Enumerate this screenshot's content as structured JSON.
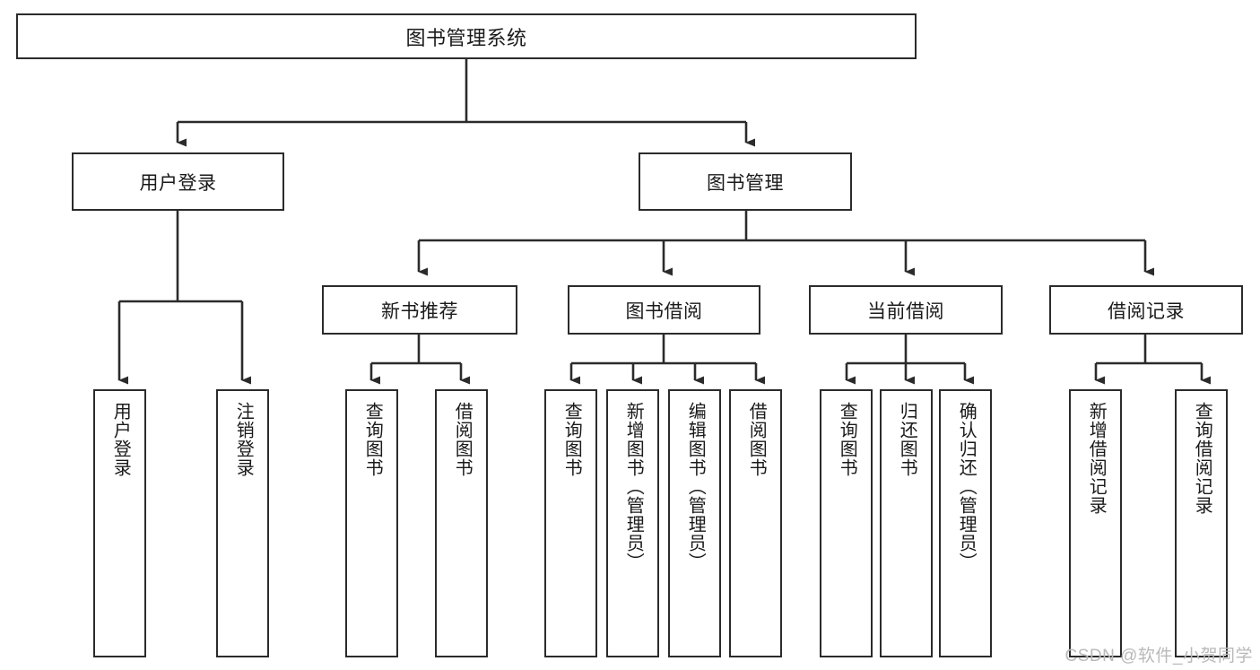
{
  "diagram": {
    "type": "tree",
    "title": "图书管理系统",
    "orientation": "top-down",
    "edge_style": "orthogonal-arrow",
    "colors": {
      "stroke": "#2b2b2b",
      "fill": "#ffffff",
      "text": "#1a1a1a",
      "watermark": "#b9b9b9"
    }
  },
  "root": {
    "label": "图书管理系统"
  },
  "level2": [
    {
      "id": "user-login",
      "label": "用户登录"
    },
    {
      "id": "book-management",
      "label": "图书管理"
    }
  ],
  "level3": [
    {
      "id": "new-book-recommend",
      "label": "新书推荐"
    },
    {
      "id": "book-borrow",
      "label": "图书借阅"
    },
    {
      "id": "current-borrow",
      "label": "当前借阅"
    },
    {
      "id": "borrow-record",
      "label": "借阅记录"
    }
  ],
  "leaves": {
    "user_login": [
      {
        "id": "leaf-user-login",
        "label": "用户登录"
      },
      {
        "id": "leaf-logout",
        "label": "注销登录"
      }
    ],
    "new_book_recommend": [
      {
        "id": "leaf-query-book-1",
        "label": "查询图书"
      },
      {
        "id": "leaf-borrow-book-1",
        "label": "借阅图书"
      }
    ],
    "book_borrow": [
      {
        "id": "leaf-query-book-2",
        "label": "查询图书"
      },
      {
        "id": "leaf-add-book",
        "label": "新增图书（管理员）"
      },
      {
        "id": "leaf-edit-book",
        "label": "编辑图书（管理员）"
      },
      {
        "id": "leaf-borrow-book-2",
        "label": "借阅图书"
      }
    ],
    "current_borrow": [
      {
        "id": "leaf-query-book-3",
        "label": "查询图书"
      },
      {
        "id": "leaf-return-book",
        "label": "归还图书"
      },
      {
        "id": "leaf-confirm-return",
        "label": "确认归还（管理员）"
      }
    ],
    "borrow_record": [
      {
        "id": "leaf-add-record",
        "label": "新增借阅记录"
      },
      {
        "id": "leaf-query-record",
        "label": "查询借阅记录"
      }
    ]
  },
  "watermark": {
    "text": "CSDN @软件_小贺同学"
  }
}
